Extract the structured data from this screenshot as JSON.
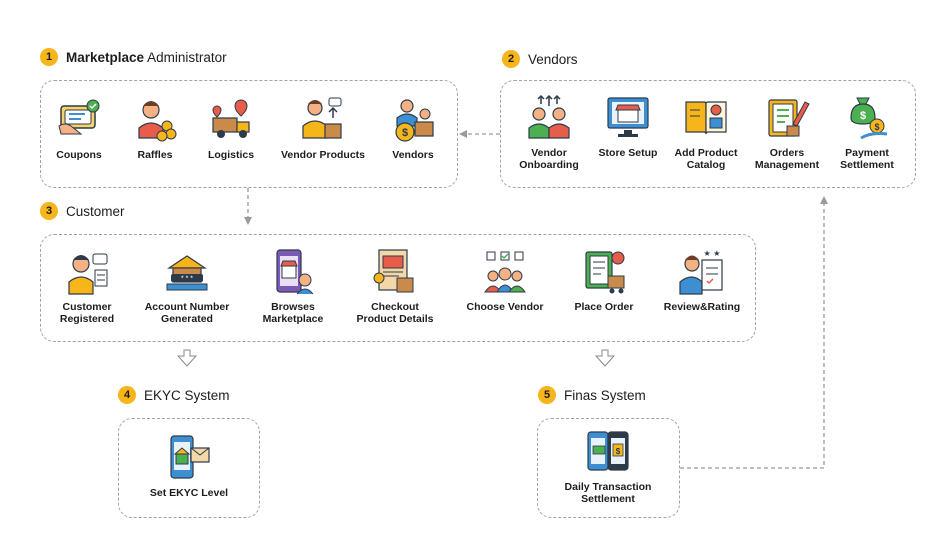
{
  "sections": {
    "marketplace": {
      "number": "1",
      "title_bold": "Marketplace",
      "title_rest": "Administrator",
      "items": [
        "Coupons",
        "Raffles",
        "Logistics",
        "Vendor Products",
        "Vendors"
      ]
    },
    "vendors": {
      "number": "2",
      "title": "Vendors",
      "items": [
        "Vendor\nOnboarding",
        "Store Setup",
        "Add Product\nCatalog",
        "Orders\nManagement",
        "Payment\nSettlement"
      ]
    },
    "customer": {
      "number": "3",
      "title": "Customer",
      "items": [
        "Customer\nRegistered",
        "Account Number\nGenerated",
        "Browses\nMarketplace",
        "Checkout\nProduct Details",
        "Choose Vendor",
        "Place Order",
        "Review&Rating"
      ]
    },
    "ekyc": {
      "number": "4",
      "title": "EKYC System",
      "items": [
        "Set EKYC Level"
      ]
    },
    "finas": {
      "number": "5",
      "title": "Finas System",
      "items": [
        "Daily Transaction\nSettlement"
      ]
    }
  },
  "icons": {
    "coupons": "coupon-icon",
    "raffles": "raffle-icon",
    "logistics": "logistics-icon",
    "vendor_products": "vendor-products-icon",
    "vendors": "vendors-icon",
    "vendor_onboarding": "onboarding-icon",
    "store_setup": "store-setup-icon",
    "add_product_catalog": "catalog-icon",
    "orders_management": "orders-icon",
    "payment_settlement": "payment-icon",
    "customer_registered": "customer-icon",
    "account_number": "account-icon",
    "browses": "browse-icon",
    "checkout": "checkout-icon",
    "choose_vendor": "choose-vendor-icon",
    "place_order": "place-order-icon",
    "review": "review-icon",
    "ekyc": "ekyc-icon",
    "finas": "finas-icon"
  },
  "colors": {
    "accent": "#f6b51a",
    "border": "#a3a3a3",
    "orange": "#f08a24",
    "blue": "#3d8fd1",
    "green": "#4caf50",
    "dark": "#2d3a4a",
    "red": "#e85c4a"
  }
}
